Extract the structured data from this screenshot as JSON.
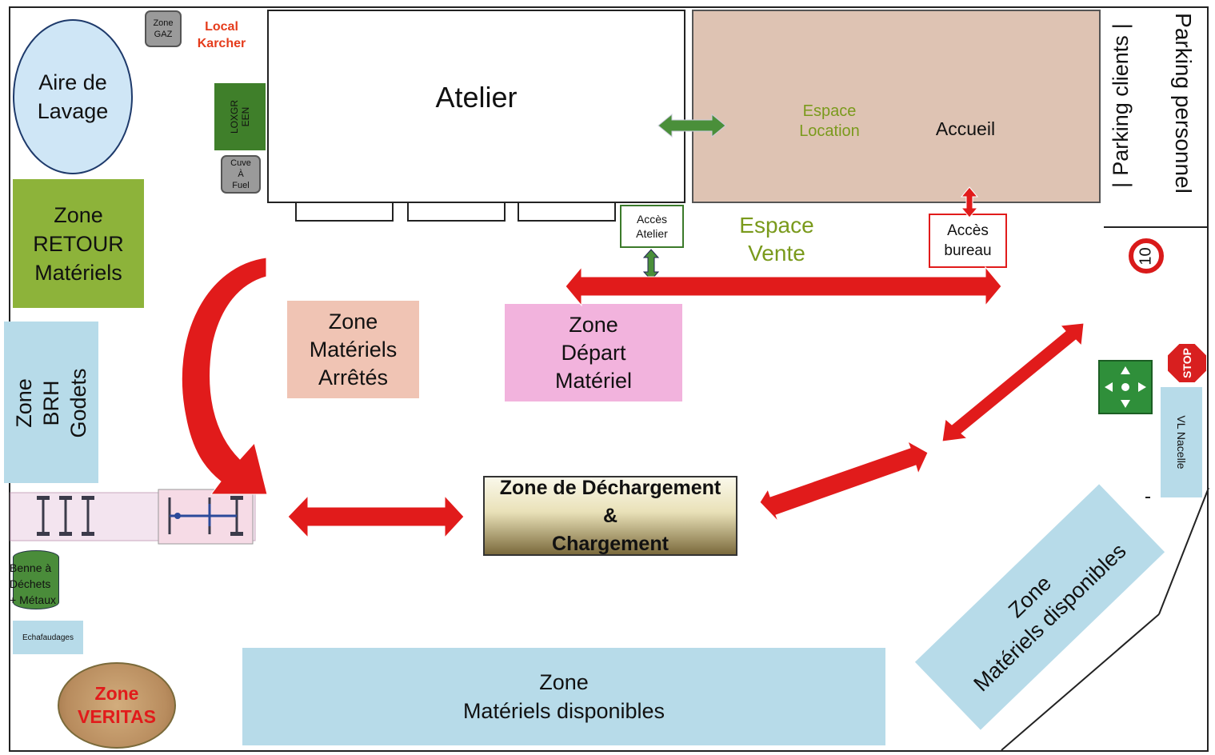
{
  "zones": {
    "aire_lavage": [
      "Aire de",
      "Lavage"
    ],
    "zone_gaz": [
      "Zone",
      "GAZ"
    ],
    "local_karcher": [
      "Local",
      "Karcher"
    ],
    "loxger": [
      "LOXGR",
      "EEN"
    ],
    "cuve_fuel": [
      "Cuve",
      "À",
      "Fuel"
    ],
    "atelier": "Atelier",
    "espace_location": [
      "Espace",
      "Location"
    ],
    "accueil": "Accueil",
    "parking_clients": "Parking clients",
    "parking_personnel": "Parking personnel",
    "zone_retour": [
      "Zone",
      "RETOUR",
      "Matériels"
    ],
    "acces_atelier": [
      "Accès",
      "Atelier"
    ],
    "espace_vente": [
      "Espace",
      "Vente"
    ],
    "acces_bureau": [
      "Accès",
      "bureau"
    ],
    "speed_limit": "10",
    "zone_brh": [
      "Zone",
      "BRH",
      "Godets"
    ],
    "zone_arretes": [
      "Zone",
      "Matériels",
      "Arrêtés"
    ],
    "zone_depart": [
      "Zone",
      "Départ",
      "Matériel"
    ],
    "stop": "STOP",
    "vl_nacelle": "VL Nacelle",
    "zone_dechargement": [
      "Zone de Déchargement",
      "&",
      "Chargement"
    ],
    "benne": [
      "Benne à",
      "Déchets",
      "+ Métaux"
    ],
    "echafaudages": "Echafaudages",
    "zone_veritas": [
      "Zone",
      "VERITAS"
    ],
    "zone_disponibles_bottom": [
      "Zone",
      "Matériels disponibles"
    ],
    "zone_disponibles_right": [
      "Zone",
      "Matériels disponibles"
    ]
  },
  "colors": {
    "green_zone": "#8db33a",
    "light_blue": "#b7dbe9",
    "salmon": "#f0c4b4",
    "pink": "#f2b3dd",
    "beige": "#dec3b3",
    "red_arrow": "#e11b1b",
    "green_arrow": "#4a8f3a"
  }
}
